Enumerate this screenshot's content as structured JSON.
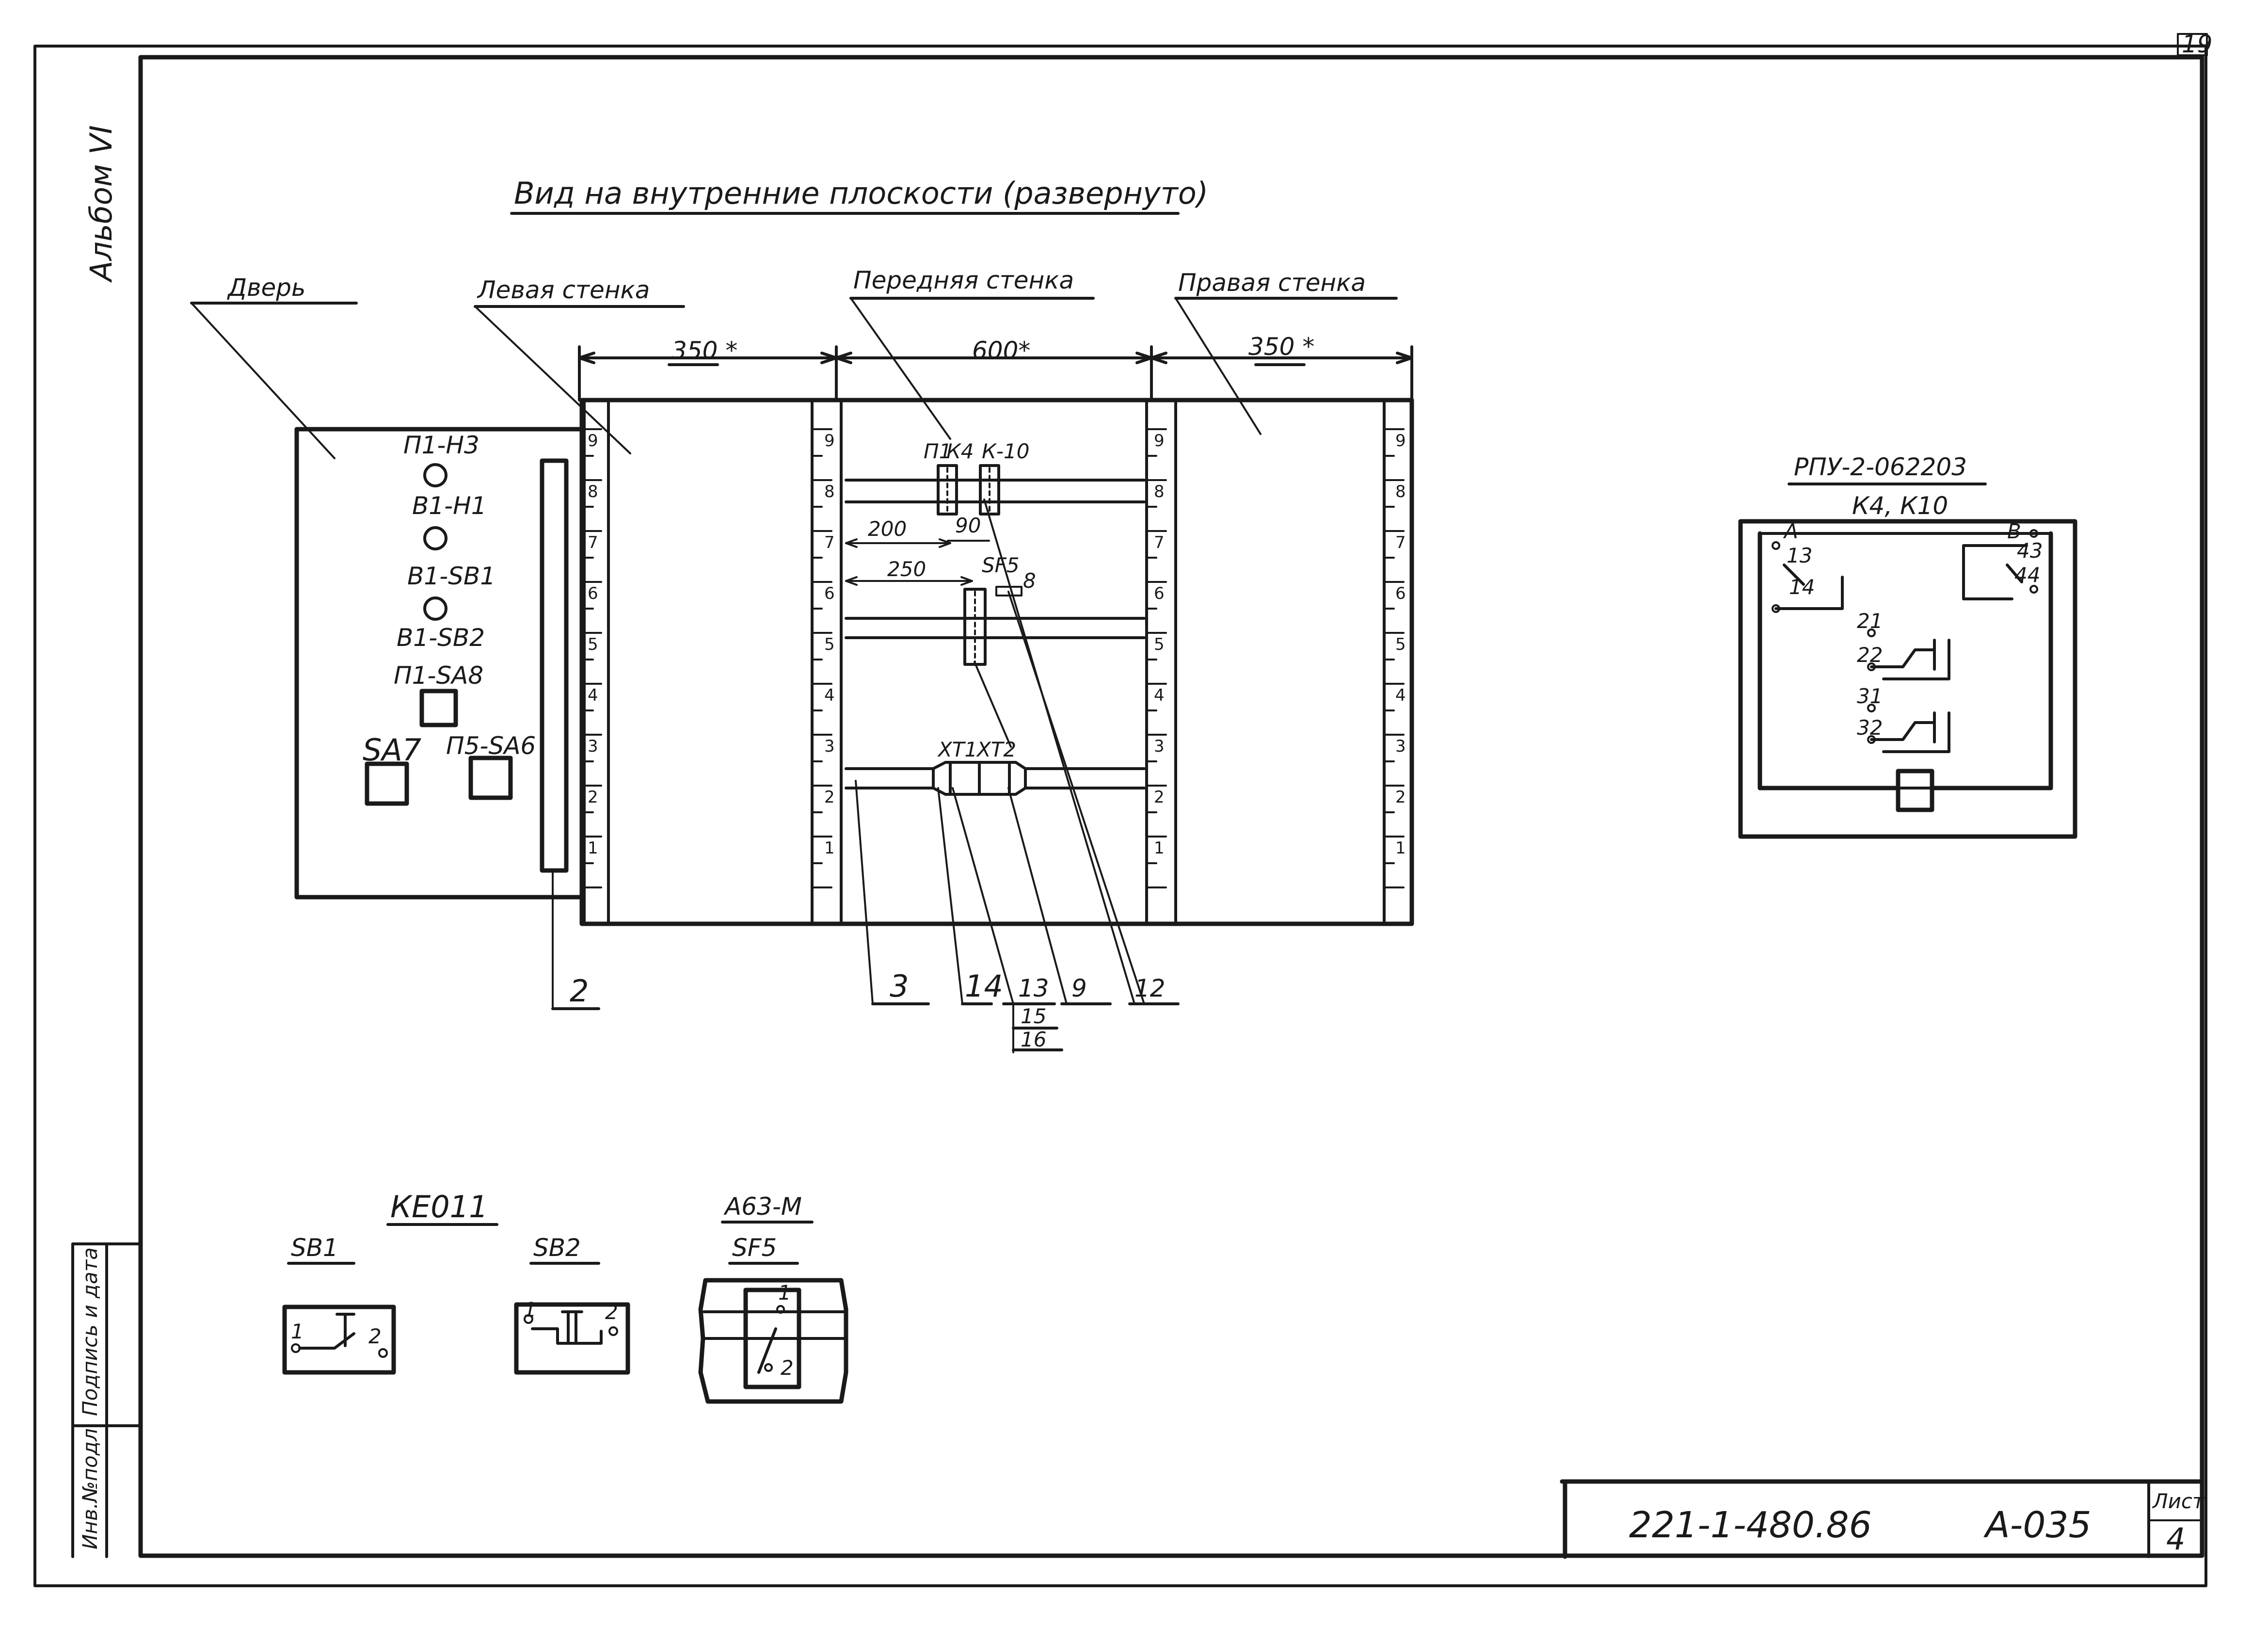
{
  "sheet": {
    "corner_number": "19",
    "album": "Альбом VI",
    "title": "Вид на внутренние плоскости (развернуто)",
    "stamp_code": "221-1-480.86",
    "stamp_ref": "А-035",
    "list_label": "Лист",
    "list_number": "4",
    "side_labels": [
      "Инв.№подл.",
      "Подпись и дата"
    ]
  },
  "panels": {
    "door": "Дверь",
    "left_wall": "Левая стенка",
    "front_wall": "Передняя стенка",
    "right_wall": "Правая стенка"
  },
  "dimensions": {
    "left": "350 *",
    "front": "600*",
    "right": "350 *",
    "d200": "200",
    "d90": "90",
    "d250": "250"
  },
  "door_items": {
    "p1_h3": "П1-H3",
    "b1_h1": "В1-H1",
    "b1_sb1": "В1-SB1",
    "b1_sb2": "В1-SB2",
    "p1_sa8": "П1-SA8",
    "sa7": "SA7",
    "p5_sa6": "П5-SA6"
  },
  "front_items": {
    "k_top": "П1",
    "k4": "К4",
    "k10": "К-10",
    "sf5": "SF5",
    "sf5_small": "8",
    "xt1": "XT1",
    "xt2": "XT2"
  },
  "rulers": {
    "ticks": [
      "9",
      "8",
      "7",
      "6",
      "5",
      "4",
      "3",
      "2",
      "1"
    ]
  },
  "callouts": {
    "n2": "2",
    "n3": "3",
    "n14": "14",
    "n13": "13",
    "n15": "15",
    "n16": "16",
    "n9": "9",
    "n12": "12"
  },
  "relay": {
    "title": "РПУ-2-062203",
    "subtitle": "К4, К10",
    "pins": {
      "A": "А",
      "B": "В",
      "p13": "13",
      "p14": "14",
      "p43": "43",
      "p44": "44",
      "p21": "21",
      "p22": "22",
      "p31": "31",
      "p32": "32"
    }
  },
  "legend": {
    "ke_title": "КЕ011",
    "sb1": "SB1",
    "sb2": "SB2",
    "a63_title": "А63-М",
    "sf5": "SF5",
    "sb1_pins": [
      "1",
      "2"
    ],
    "sb2_pins": [
      "1",
      "2"
    ],
    "sf5_pins": [
      "1",
      "2"
    ]
  }
}
